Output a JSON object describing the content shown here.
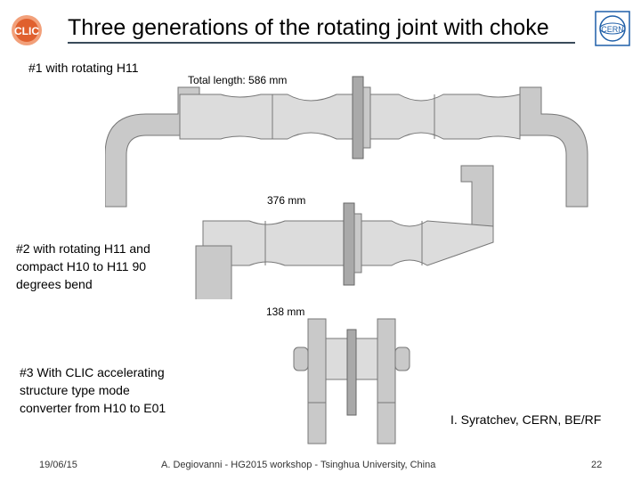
{
  "slide": {
    "title": "Three generations of the rotating joint with choke",
    "logo_left_text": "CLIC",
    "logo_right_text": "CERN",
    "variant1_label": "#1 with rotating H11",
    "variant1_length": "Total length:  586 mm",
    "variant2_length": "376 mm",
    "variant2_label_lines": [
      "#2 with rotating H11 and",
      "compact H10 to H11 90",
      "degrees bend"
    ],
    "variant3_length": "138 mm",
    "variant3_label_lines": [
      "#3 With CLIC accelerating",
      "structure type mode",
      "converter from H10 to E01"
    ],
    "credit": "I. Syratchev, CERN, BE/RF"
  },
  "footer": {
    "date": "19/06/15",
    "center": "A. Degiovanni - HG2015 workshop - Tsinghua University, China",
    "page": "22"
  },
  "colors": {
    "accent_red": "#c8202c",
    "cern_blue": "#1f5fa8",
    "metal": "#c9c9c9"
  }
}
